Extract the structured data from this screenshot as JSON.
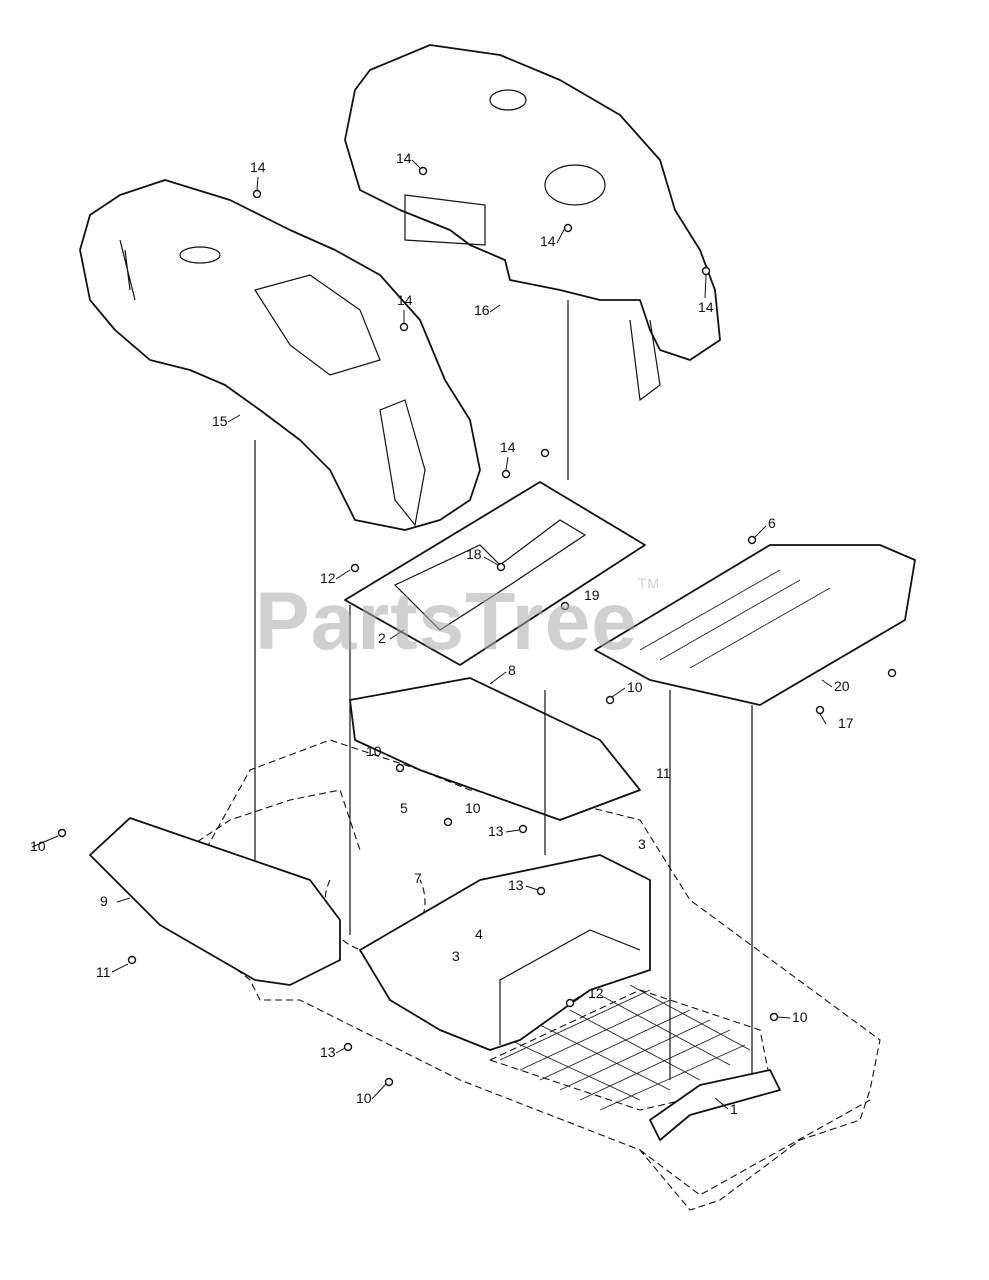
{
  "watermark": {
    "text": "PartsTree",
    "trademark": "TM"
  },
  "callouts": [
    {
      "id": "c-14a",
      "label": "14"
    },
    {
      "id": "c-14b",
      "label": "14"
    },
    {
      "id": "c-14c",
      "label": "14"
    },
    {
      "id": "c-14d",
      "label": "14"
    },
    {
      "id": "c-14e",
      "label": "14"
    },
    {
      "id": "c-14f",
      "label": "14"
    },
    {
      "id": "c-15",
      "label": "15"
    },
    {
      "id": "c-16",
      "label": "16"
    },
    {
      "id": "c-12a",
      "label": "12"
    },
    {
      "id": "c-18",
      "label": "18"
    },
    {
      "id": "c-19",
      "label": "19"
    },
    {
      "id": "c-2",
      "label": "2"
    },
    {
      "id": "c-6",
      "label": "6"
    },
    {
      "id": "c-20",
      "label": "20"
    },
    {
      "id": "c-17",
      "label": "17"
    },
    {
      "id": "c-8",
      "label": "8"
    },
    {
      "id": "c-10a",
      "label": "10"
    },
    {
      "id": "c-10b",
      "label": "10"
    },
    {
      "id": "c-10c",
      "label": "10"
    },
    {
      "id": "c-10d",
      "label": "10"
    },
    {
      "id": "c-10e",
      "label": "10"
    },
    {
      "id": "c-10f",
      "label": "10"
    },
    {
      "id": "c-11a",
      "label": "11"
    },
    {
      "id": "c-11b",
      "label": "11"
    },
    {
      "id": "c-5",
      "label": "5"
    },
    {
      "id": "c-13a",
      "label": "13"
    },
    {
      "id": "c-13b",
      "label": "13"
    },
    {
      "id": "c-13c",
      "label": "13"
    },
    {
      "id": "c-3a",
      "label": "3"
    },
    {
      "id": "c-3b",
      "label": "3"
    },
    {
      "id": "c-7",
      "label": "7"
    },
    {
      "id": "c-9",
      "label": "9"
    },
    {
      "id": "c-4",
      "label": "4"
    },
    {
      "id": "c-12b",
      "label": "12"
    },
    {
      "id": "c-1",
      "label": "1"
    }
  ]
}
